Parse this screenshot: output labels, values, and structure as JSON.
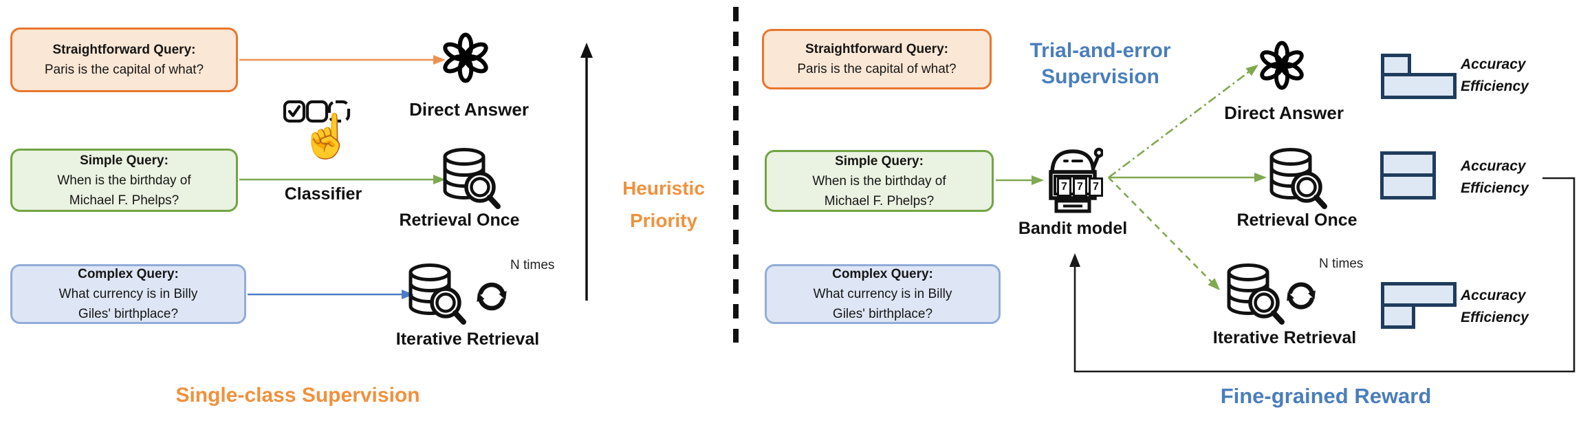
{
  "queries": {
    "straightforward": {
      "title": "Straightforward Query:",
      "lines": [
        "Paris is the capital of what?"
      ]
    },
    "simple": {
      "title": "Simple Query:",
      "lines": [
        "When is the birthday of",
        "Michael F. Phelps?"
      ]
    },
    "complex": {
      "title": "Complex Query:",
      "lines": [
        "What currency is in Billy",
        "Giles' birthplace?"
      ]
    }
  },
  "labels": {
    "direct_answer": "Direct Answer",
    "retrieval_once": "Retrieval Once",
    "iterative_retrieval": "Iterative Retrieval",
    "n_times": "N times",
    "classifier": "Classifier",
    "bandit_model": "Bandit model",
    "accuracy": "Accuracy",
    "efficiency": "Efficiency"
  },
  "slot_digits": [
    "7",
    "7",
    "7"
  ],
  "left_panel": {
    "axis_label_line1": "Heuristic",
    "axis_label_line2": "Priority",
    "caption": "Single-class Supervision"
  },
  "right_panel": {
    "title_line1": "Trial-and-error",
    "title_line2": "Supervision",
    "caption": "Fine-grained Reward"
  },
  "colors": {
    "orange_accent": "#F0913C",
    "orange_border": "#E8762C",
    "orange_fill": "#FBE7D5",
    "green_border": "#72A443",
    "green_fill": "#EAF2E1",
    "green_arrow": "#7FA850",
    "blue_border": "#92ACD9",
    "blue_fill": "#DEE6F5",
    "blue_arrow": "#4E7CC5",
    "blue_accent": "#4A7EBB",
    "bar_fill": "#DEE7F4",
    "bar_border": "#1F3C5C"
  },
  "chart_data": {
    "type": "bar",
    "note": "relative bar lengths 0-1 read from pixel widths",
    "charts": [
      {
        "name": "Direct Answer",
        "series": [
          {
            "name": "Accuracy",
            "value": 0.4
          },
          {
            "name": "Efficiency",
            "value": 1.0
          }
        ]
      },
      {
        "name": "Retrieval Once",
        "series": [
          {
            "name": "Accuracy",
            "value": 0.74
          },
          {
            "name": "Efficiency",
            "value": 0.74
          }
        ]
      },
      {
        "name": "Iterative Retrieval",
        "series": [
          {
            "name": "Accuracy",
            "value": 1.0
          },
          {
            "name": "Efficiency",
            "value": 0.45
          }
        ]
      }
    ]
  }
}
